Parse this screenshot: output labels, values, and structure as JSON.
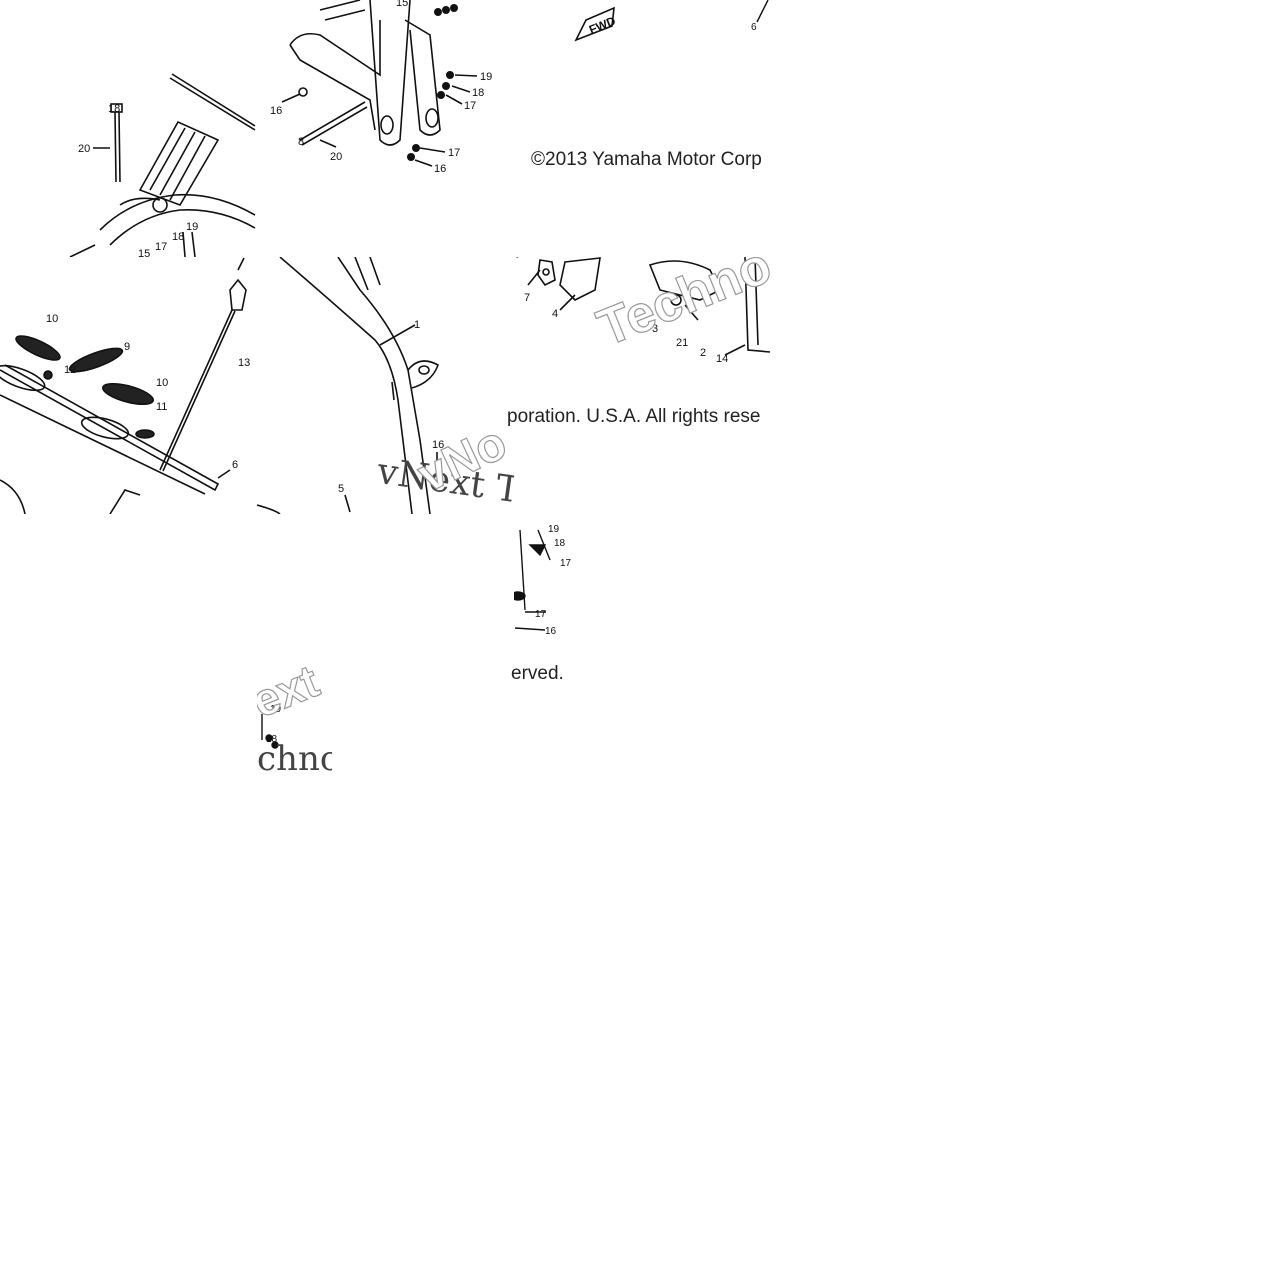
{
  "copyright": {
    "part1": "©2013 Yamaha Motor Corp",
    "part2": "poration. U.S.A. All rights rese",
    "part3": "erved."
  },
  "watermark": {
    "serif_a": "vNext Te",
    "serif_b": "chno",
    "outline_a": "Techno",
    "outline_b": "vNo",
    "outline_c": "ext"
  },
  "fwd_label": "FWD",
  "callouts": {
    "c1": "1",
    "c2": "2",
    "c3": "3",
    "c4": "4",
    "c5": "5",
    "c6": "6",
    "c7": "7",
    "c8": "8",
    "c9": "9",
    "c10": "10",
    "c10b": "10",
    "c11": "11",
    "c12": "12",
    "c13": "13",
    "c14": "14",
    "c15": "15",
    "c15b": "15",
    "c16": "16",
    "c16b": "16",
    "c16c": "16",
    "c16d": "16",
    "c16e": "16",
    "c17": "17",
    "c17b": "17",
    "c17c": "17",
    "c17d": "17",
    "c17e": "17",
    "c17f": "17",
    "c18": "18",
    "c18b": "18",
    "c18c": "18",
    "c18d": "18",
    "c19": "19",
    "c19b": "19",
    "c19c": "19",
    "c19d": "19",
    "c20": "20",
    "c20b": "20",
    "c21": "21",
    "c6b": "6",
    "c8b": "8"
  }
}
